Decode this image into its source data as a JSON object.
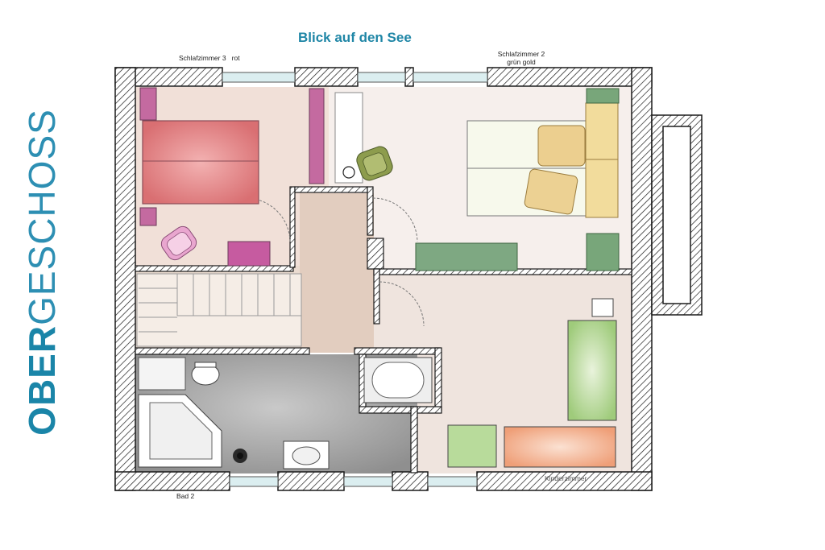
{
  "vertical_title": {
    "bold": "OBER",
    "light": "GESCHOSS"
  },
  "view_title": "Blick auf den See",
  "rooms": {
    "room_top_left": {
      "name": "Schlafzimmer 3",
      "color": "rot"
    },
    "room_top_right": {
      "name": "Schlafzimmer 2",
      "color": "grün gold"
    },
    "bathroom": {
      "name": "Bad 2"
    },
    "kids_room": {
      "name": "Kinderzimmer"
    }
  },
  "colors": {
    "title": "#1f86a6",
    "wall": "#ffffff",
    "bed_red": "#e98c8c",
    "furniture_pink": "#c46aa0",
    "furniture_green": "#6f9e73",
    "bed_gold": "#e8cb86",
    "bath_grey": "#a8a8a8",
    "floor_beige": "#ecddd3",
    "kids_orange": "#f3b594",
    "kids_green": "#b8db9b"
  }
}
